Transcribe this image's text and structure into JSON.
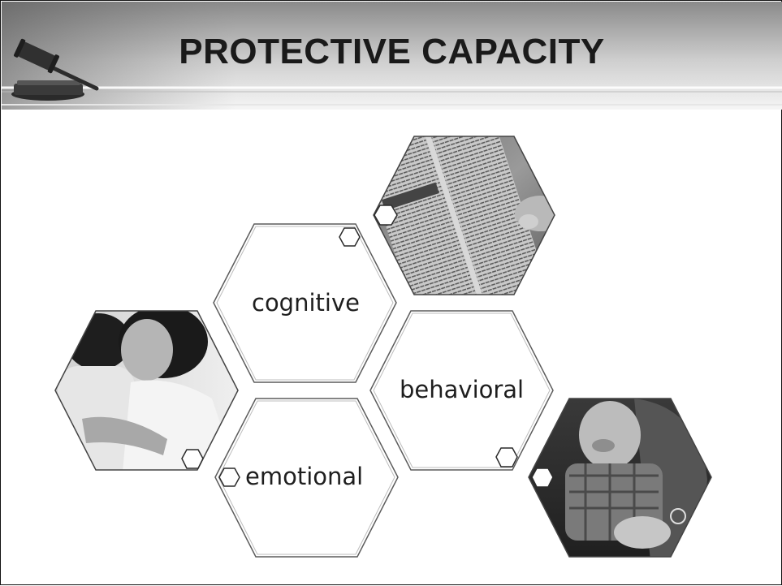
{
  "slide": {
    "title": "PROTECTIVE CAPACITY",
    "hexagons": [
      {
        "label": "cognitive"
      },
      {
        "label": "behavioral"
      },
      {
        "label": "emotional"
      }
    ],
    "photos": [
      {
        "subject": "newspaper"
      },
      {
        "subject": "mother-and-child"
      },
      {
        "subject": "baby-in-car-seat"
      }
    ]
  },
  "colors": {
    "header_gradient_top": "#8c8c8c",
    "header_gradient_bottom": "#f4f4f4",
    "title_text": "#1a1a1a",
    "hex_stroke": "#6e6e6e"
  }
}
